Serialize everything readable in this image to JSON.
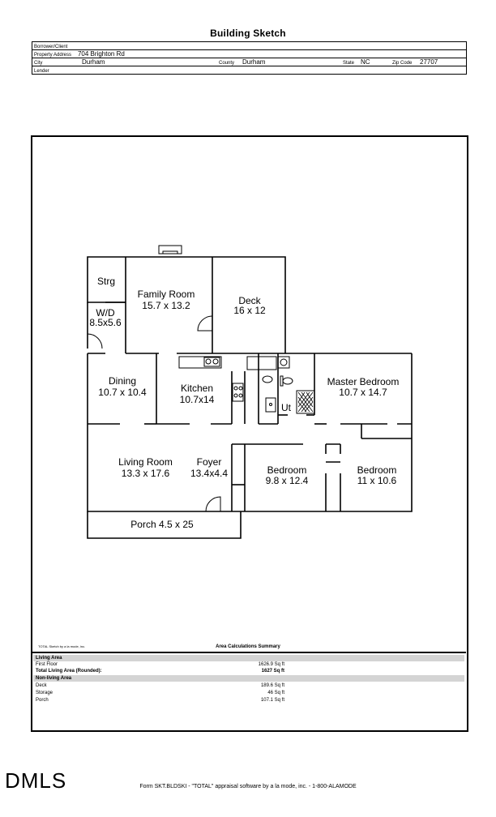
{
  "title": "Building Sketch",
  "header": {
    "borrower_label": "Borrower/Client",
    "borrower_value": "",
    "address_label": "Property Address",
    "address_value": "704 Brighton Rd",
    "city_label": "City",
    "city_value": "Durham",
    "county_label": "County",
    "county_value": "Durham",
    "state_label": "State",
    "state_value": "NC",
    "zip_label": "Zip Code",
    "zip_value": "27707",
    "lender_label": "Lender",
    "lender_value": ""
  },
  "rooms": {
    "strg": "Strg",
    "family_name": "Family Room",
    "family_dim": "15.7 x 13.2",
    "deck_name": "Deck",
    "deck_dim": "16 x 12",
    "wd_name": "W/D",
    "wd_dim": "8.5x5.6",
    "dining_name": "Dining",
    "dining_dim": "10.7 x 10.4",
    "kitchen_name": "Kitchen",
    "kitchen_dim": "10.7x14",
    "ut": "Ut",
    "master_name": "Master Bedroom",
    "master_dim": "10.7 x 14.7",
    "living_name": "Living Room",
    "living_dim": "13.3 x 17.6",
    "foyer_name": "Foyer",
    "foyer_dim": "13.4x4.4",
    "bed1_name": "Bedroom",
    "bed1_dim": "9.8 x 12.4",
    "bed2_name": "Bedroom",
    "bed2_dim": "11 x 10.6",
    "porch": "Porch 4.5 x 25"
  },
  "summary": {
    "credit": "TOTAL Sketch by a la mode, inc.",
    "title": "Area Calculations Summary",
    "living_header": "Living Area",
    "first_floor_label": "First Floor",
    "first_floor_value": "1626.9 Sq ft",
    "total_label": "Total Living Area (Rounded):",
    "total_value": "1627 Sq ft",
    "nonliving_header": "Non-living Area",
    "deck_label": "Deck",
    "deck_value": "189.6 Sq ft",
    "storage_label": "Storage",
    "storage_value": "46 Sq ft",
    "porch_label": "Porch",
    "porch_value": "107.1 Sq ft"
  },
  "logo": "DMLS",
  "footer": "Form SKT.BLDSKI - \"TOTAL\" appraisal software by a la mode, inc. - 1-800-ALAMODE"
}
